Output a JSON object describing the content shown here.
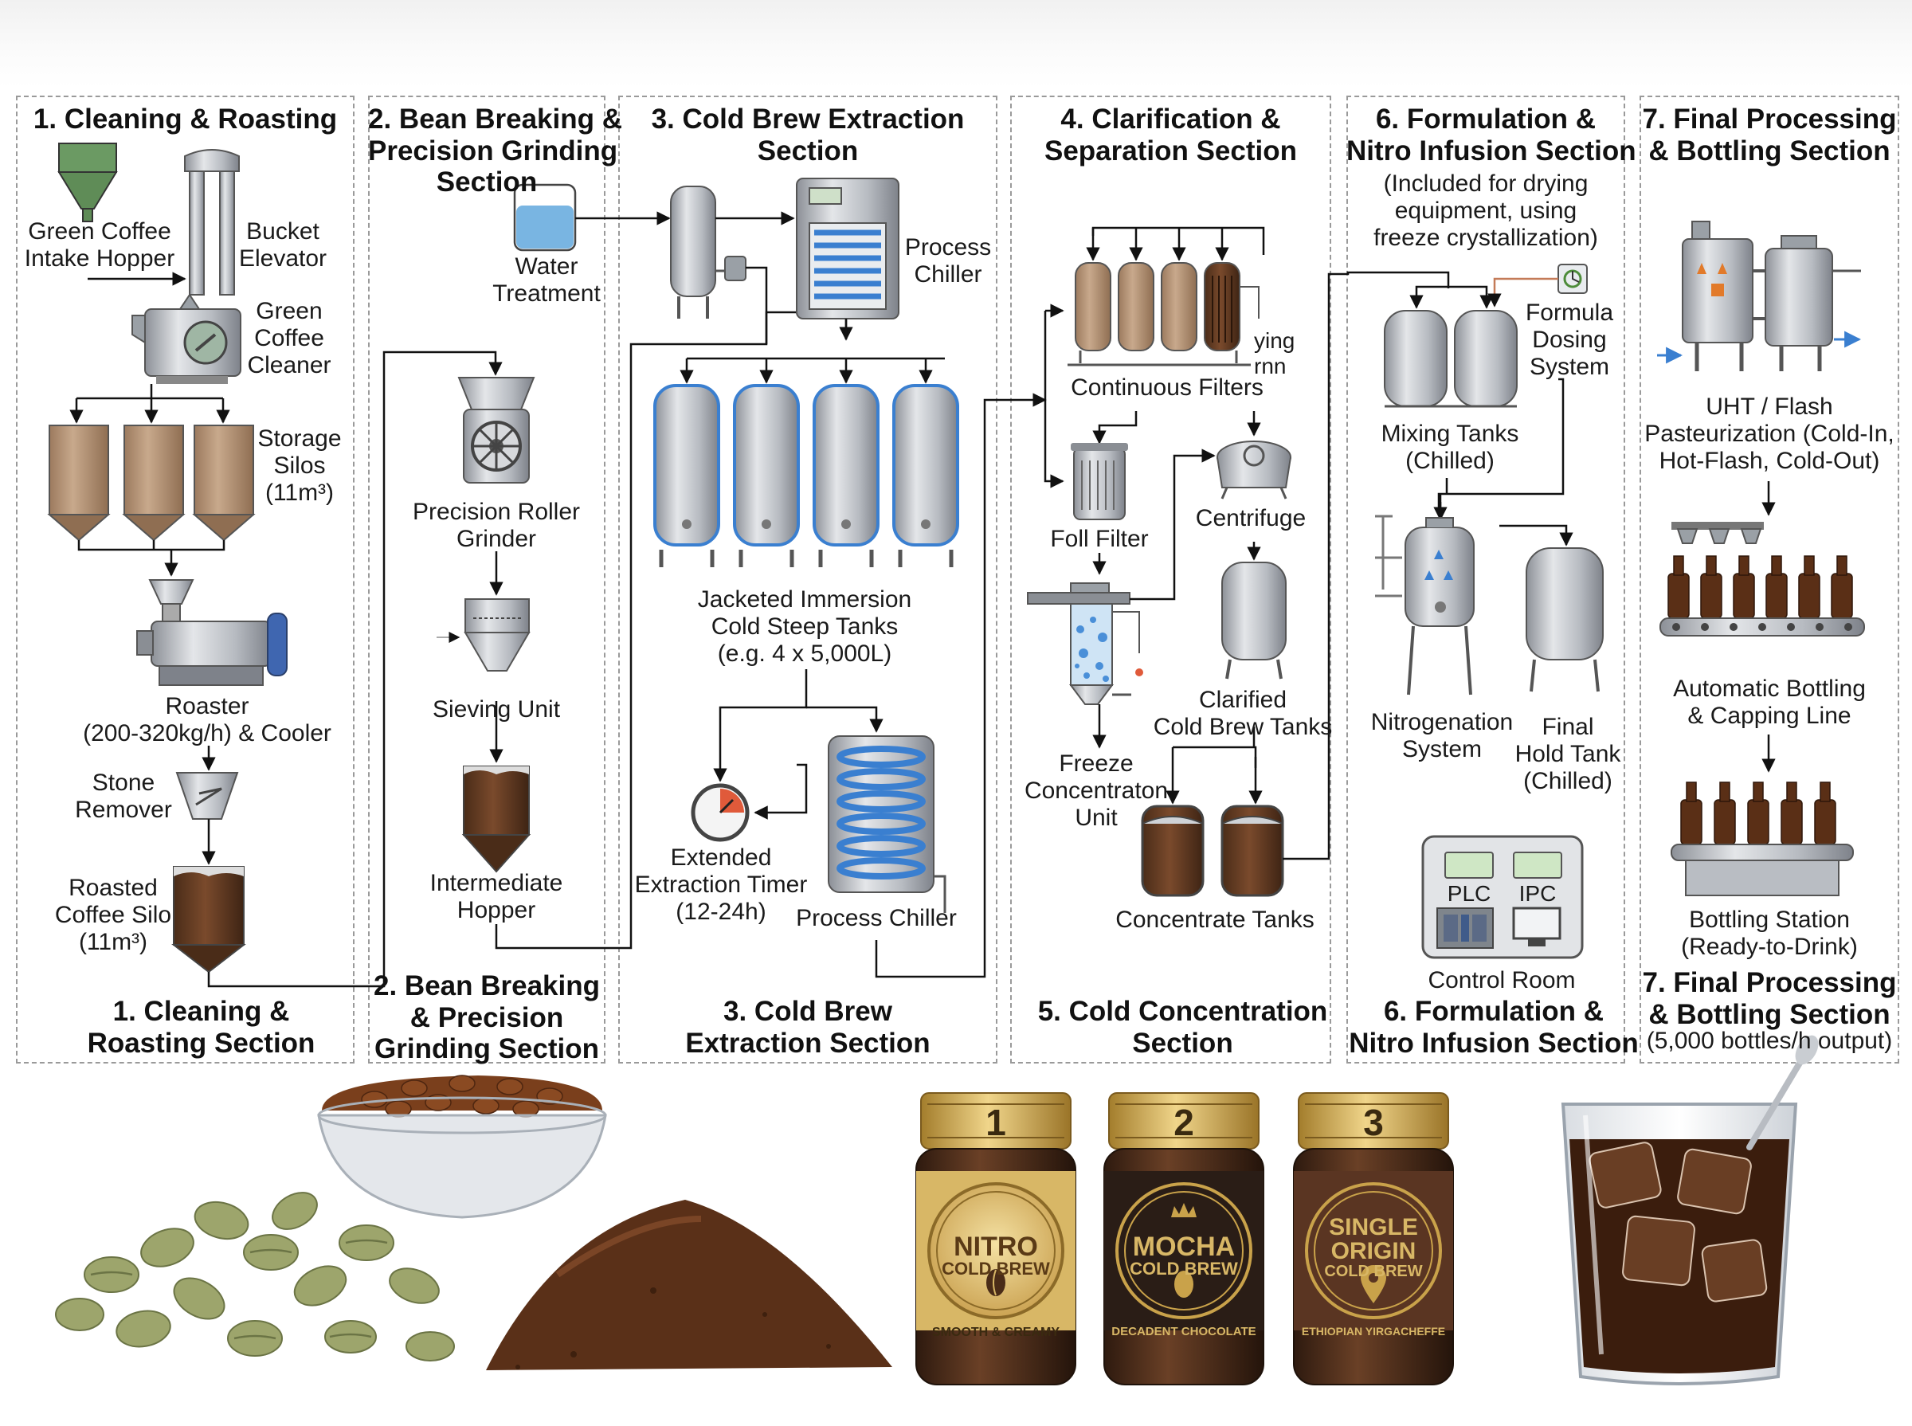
{
  "sections": [
    {
      "id": "s1",
      "top_title": [
        "1. Cleaning & Roasting"
      ],
      "bottom_title": [
        "1. Cleaning &",
        "Roasting Section"
      ]
    },
    {
      "id": "s2",
      "top_title": [
        "2. Bean Breaking &",
        "Precision Grinding",
        "Section"
      ],
      "bottom_title": [
        "2. Bean Breaking",
        "& Precision",
        "Grinding Section"
      ]
    },
    {
      "id": "s3",
      "top_title": [
        "3. Cold Brew Extraction",
        "Section"
      ],
      "bottom_title": [
        "3. Cold Brew",
        "Extraction Section"
      ]
    },
    {
      "id": "s4",
      "top_title": [
        "4. Clarification &",
        "Separation Section"
      ],
      "bottom_title": [
        "5. Cold Concentration",
        "Section"
      ]
    },
    {
      "id": "s6",
      "top_title": [
        "6. Formulation &",
        "Nitro Infusion Section"
      ],
      "top_note": [
        "(Included for drying",
        "equipment, using",
        "freeze crystallization)"
      ],
      "bottom_title": [
        "6. Formulation &",
        "Nitro Infusion Section"
      ]
    },
    {
      "id": "s7",
      "top_title": [
        "7. Final Processing",
        "& Bottling Section"
      ],
      "bottom_title": [
        "7. Final Processing",
        "& Bottling Section"
      ],
      "bottom_note": [
        "(5,000 bottles/h output)"
      ]
    }
  ],
  "equipment": {
    "green_intake_hopper": [
      "Green Coffee",
      "Intake Hopper"
    ],
    "bucket_elevator": [
      "Bucket",
      "Elevator"
    ],
    "green_coffee_cleaner": [
      "Green",
      "Coffee",
      "Cleaner"
    ],
    "storage_silos": [
      "Storage",
      "Silos",
      "(11m³)"
    ],
    "roaster": [
      "Roaster",
      "(200-320kg/h) & Cooler"
    ],
    "stone_remover": [
      "Stone",
      "Remover"
    ],
    "roasted_coffee_silo": [
      "Roasted",
      "Coffee Silo",
      "(11m³)"
    ],
    "water_treatment": [
      "Water",
      "Treatment"
    ],
    "precision_roller_grinder": [
      "Precision Roller",
      "Grinder"
    ],
    "sieving_unit": [
      "Sieving Unit"
    ],
    "intermediate_hopper": [
      "Intermediate",
      "Hopper"
    ],
    "process_chiller_top": [
      "Process",
      "Chiller"
    ],
    "cold_steep_tanks": [
      "Jacketed Immersion",
      "Cold Steep Tanks",
      "(e.g. 4 x 5,000L)"
    ],
    "extraction_timer": [
      "Extended",
      "Extraction Timer",
      "(12-24h)"
    ],
    "process_chiller_bottom": [
      "Process Chiller"
    ],
    "continuous_filters": [
      "Continuous Filters"
    ],
    "drying_fragment": [
      "ying",
      "rnn"
    ],
    "foil_filter": [
      "Foll Filter"
    ],
    "centrifuge": [
      "Centrifuge"
    ],
    "clarified_tanks": [
      "Clarified",
      "Cold Brew Tanks"
    ],
    "freeze_concentrator": [
      "Freeze",
      "Concentraton",
      "Unit"
    ],
    "concentrate_tanks": [
      "Concentrate Tanks"
    ],
    "formula_dosing": [
      "Formula",
      "Dosing",
      "System"
    ],
    "mixing_tanks": [
      "Mixing Tanks",
      "(Chilled)"
    ],
    "nitrogenation_system": [
      "Nitrogenation",
      "System"
    ],
    "final_hold_tank": [
      "Final",
      "Hold Tank",
      "(Chilled)"
    ],
    "control_room": [
      "Control Room"
    ],
    "plc_label": "PLC",
    "ipc_label": "IPC",
    "uht_pasteurization": [
      "UHT / Flash",
      "Pasteurization (Cold-In,",
      "Hot-Flash, Cold-Out)"
    ],
    "automatic_bottling": [
      "Automatic Bottling",
      "& Capping Line"
    ],
    "bottling_station": [
      "Bottling Station",
      "(Ready-to-Drink)"
    ]
  },
  "products": [
    {
      "number": "1",
      "name": [
        "NITRO",
        "COLD BREW"
      ],
      "tagline": "SMOOTH & CREAMY",
      "label_color": "#d8b766",
      "icon": "coffee-bean-icon"
    },
    {
      "number": "2",
      "name": [
        "MOCHA",
        "COLD BREW"
      ],
      "tagline": "DECADENT CHOCOLATE",
      "label_color": "#2a1d16",
      "icon": "crown-icon"
    },
    {
      "number": "3",
      "name": [
        "SINGLE",
        "ORIGIN",
        "COLD BREW"
      ],
      "tagline": "ETHIOPIAN YIRGACHEFFE",
      "label_color": "#5a3522",
      "icon": "map-pin-icon"
    }
  ],
  "colors": {
    "coffee_brown": "#6b4226",
    "steel": "#b8bcc2",
    "coil_blue": "#3a7fd0",
    "hopper_green": "#6b9a63",
    "water_blue": "#79b5e2",
    "gold": "#c9a24a"
  }
}
